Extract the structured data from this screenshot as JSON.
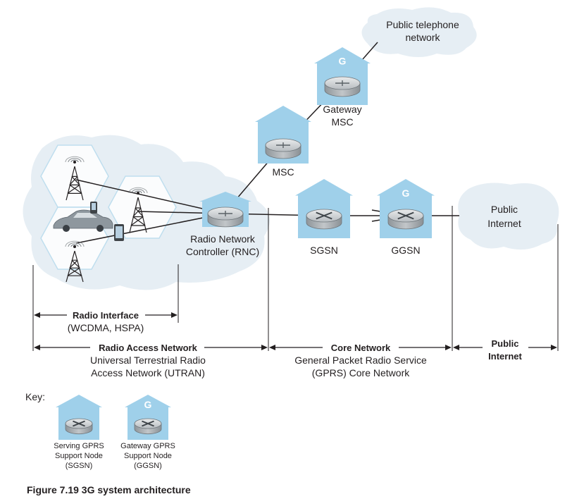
{
  "figure": {
    "caption": "Figure 7.19 3G system architecture"
  },
  "clouds": {
    "pstn": [
      "Public telephone",
      "network"
    ],
    "internet": [
      "Public",
      "Internet"
    ]
  },
  "nodes": {
    "gateway_msc": {
      "lines": [
        "Gateway",
        "MSC"
      ],
      "badge": "G"
    },
    "msc": {
      "lines": [
        "MSC"
      ]
    },
    "rnc": {
      "lines": [
        "Radio Network",
        "Controller (RNC)"
      ]
    },
    "sgsn": {
      "lines": [
        "SGSN"
      ]
    },
    "ggsn": {
      "lines": [
        "GGSN"
      ],
      "badge": "G"
    }
  },
  "spans": {
    "radio_interface": {
      "title": "Radio Interface",
      "sub": [
        "(WCDMA, HSPA)"
      ]
    },
    "ran": {
      "title": "Radio Access Network",
      "sub": [
        "Universal Terrestrial Radio",
        "Access Network (UTRAN)"
      ]
    },
    "core": {
      "title": "Core Network",
      "sub": [
        "General Packet Radio Service",
        "(GPRS) Core Network"
      ]
    },
    "public": {
      "title": [
        "Public",
        "Internet"
      ]
    }
  },
  "key": {
    "label": "Key:",
    "sgsn": [
      "Serving GPRS",
      "Support Node",
      "(SGSN)"
    ],
    "ggsn": {
      "badge": "G",
      "lines": [
        "Gateway GPRS",
        "Support Node",
        "(GGSN)"
      ]
    }
  },
  "colors": {
    "house": "#9fd0ea",
    "cloud": "#e6eef4",
    "hex_fill": "#ffffff",
    "hex_stroke": "#b9dcee",
    "router": "#c7cbce",
    "line": "#231f20"
  }
}
